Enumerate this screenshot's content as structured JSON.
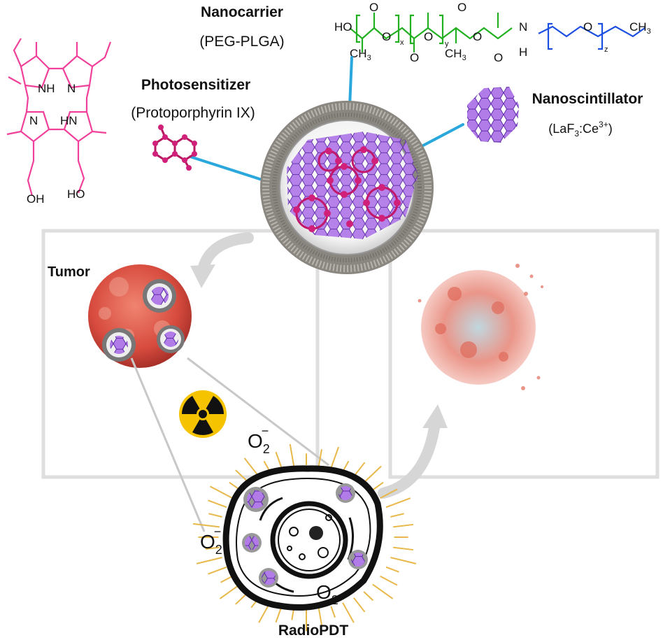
{
  "labels": {
    "nanocarrier": "Nanocarrier",
    "nanocarrier_sub": "(PEG-PLGA)",
    "photosensitizer": "Photosensitizer",
    "photosensitizer_sub": "(Protoporphyrin IX)",
    "nanoscintillator": "Nanoscintillator",
    "nanoscintillator_sub": "(LaF",
    "nanoscintillator_sub_sub": "3",
    "nanoscintillator_sub_mid": ":Ce",
    "nanoscintillator_sub_sup": "3+",
    "nanoscintillator_sub_end": ")",
    "tumor": "Tumor",
    "radiopdt": "RadioPDT",
    "o2_radical_top": "O",
    "o2_radical_top_sub": "2",
    "o2_radical_top_sup": "−",
    "o2_radical_left": "O",
    "o2_radical_left_sub": "2",
    "o2_radical_left_sup": "−",
    "o2_bottom": "O",
    "o2_bottom_sub": "2"
  },
  "porphyrin": {
    "atoms": [
      "NH",
      "N",
      "N",
      "HN",
      "OH",
      "HO"
    ]
  },
  "polymer": {
    "atoms": [
      "HO",
      "O",
      "O",
      "O",
      "O",
      "O",
      "O",
      "O",
      "N",
      "H",
      "O"
    ],
    "groups": [
      "CH",
      "3",
      "CH",
      "3",
      "CH",
      "3"
    ],
    "subscripts": [
      "x",
      "y",
      "z"
    ]
  },
  "colors": {
    "porphyrin": "#f0409a",
    "plga": "#22b022",
    "peg": "#1d4fe0",
    "pointer": "#2aa7dd",
    "lattice": "#a25ae0",
    "molecule": "#d0207a",
    "tumor": "#d9544a",
    "radiation": "#f5c300",
    "frame": "#dcdcdc"
  },
  "icons": [
    "radiation-hazard-icon"
  ]
}
